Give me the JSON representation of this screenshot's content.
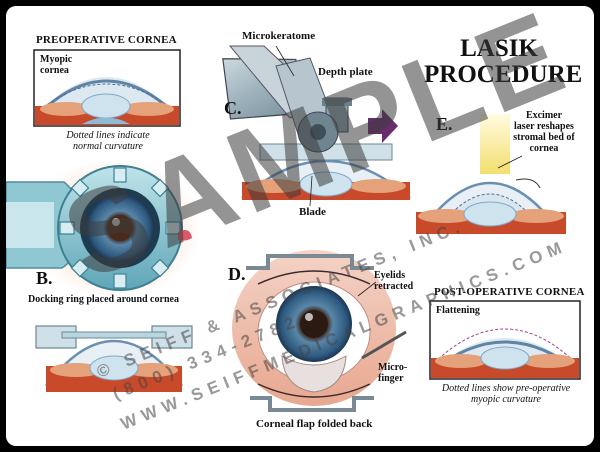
{
  "title": {
    "line1": "LASIK",
    "line2": "PROCEDURE"
  },
  "preoperative": {
    "heading": "PREOPERATIVE CORNEA",
    "inner_label_1": "Myopic",
    "inner_label_2": "cornea",
    "caption_1": "Dotted lines indicate",
    "caption_2": "normal curvature"
  },
  "step_b": {
    "letter": "B.",
    "caption": "Docking ring placed around cornea"
  },
  "step_c": {
    "letter": "C.",
    "microkeratome": "Microkeratome",
    "depth_plate": "Depth plate",
    "blade": "Blade"
  },
  "step_d": {
    "letter": "D.",
    "eyelids_1": "Eyelids",
    "eyelids_2": "retracted",
    "microfinger_1": "Micro-",
    "microfinger_2": "finger",
    "caption": "Corneal flap folded back"
  },
  "step_e": {
    "letter": "E.",
    "laser_1": "Excimer",
    "laser_2": "laser reshapes",
    "laser_3": "stromal bed of",
    "laser_4": "cornea"
  },
  "postoperative": {
    "heading": "POST-OPERATIVE CORNEA",
    "inner_label": "Flattening",
    "caption_1": "Dotted lines show pre-operative",
    "caption_2": "myopic curvature"
  },
  "watermark": {
    "big": "SAMPLE",
    "line1": "© SEIFF & ASSOCIATES, INC.",
    "line2": "(800) 334-2782",
    "line3": "WWW.SEIFFMEDICALGRAPHICS.COM"
  },
  "colors": {
    "accent_arrow": "#6b2c6e",
    "cornea_blue": "#7fa8c9",
    "tissue_red": "#c84a2b",
    "frame": "#000000"
  }
}
